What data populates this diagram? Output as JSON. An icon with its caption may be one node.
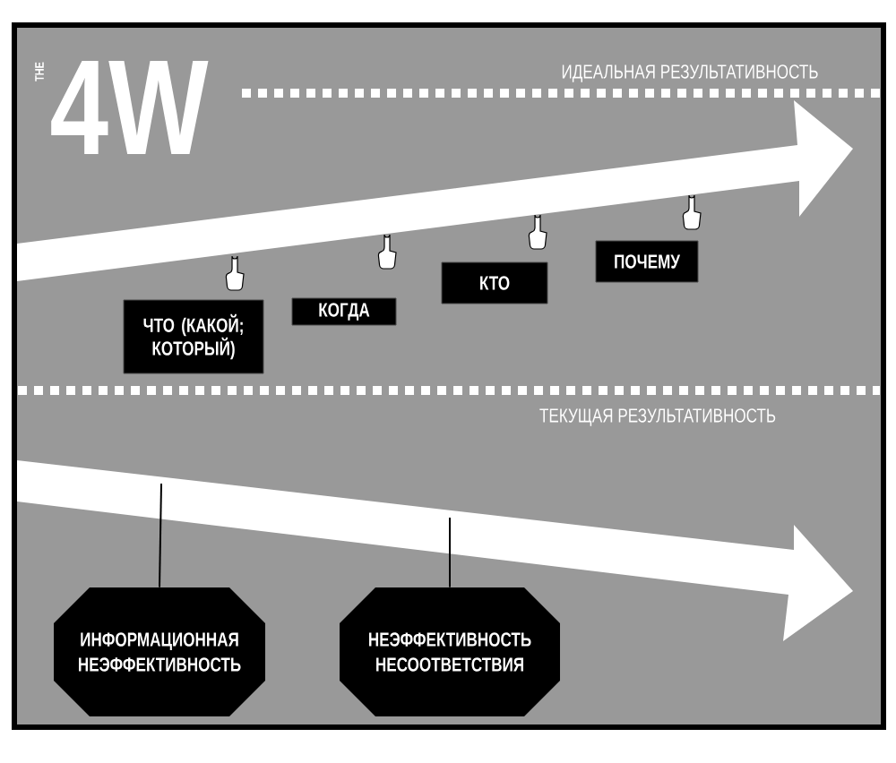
{
  "diagram": {
    "nodes": [
      {
        "text": [
          "ЧТО (КАКОЙ; КОТОРЫЙ)"
        ]
      },
      {
        "text": [
          "КОГДА"
        ]
      },
      {
        "text": [
          "КТО"
        ]
      },
      {
        "text": [
          "ПОЧЕМУ"
        ]
      },
      {
        "text": [
          "ИНФОРМАЦИОННАЯ НЕЭФФЕКТИВНОСТЬ"
        ]
      },
      {
        "text": [
          "НЕЭФФЕКТИВНОСТЬ НЕСООТВЕТСТВИЯ"
        ]
      }
    ],
    "edges": [
      {
        "from": 4,
        "to": null,
        "arrow": "none"
      },
      {
        "from": 5,
        "to": null,
        "arrow": "none"
      }
    ],
    "labels": [
      "THE",
      "4W",
      "ИДЕАЛЬНАЯ РЕЗУЛЬТАТИВНОСТЬ",
      "ТЕКУЩАЯ РЕЗУЛЬТАТИВНОСТЬ"
    ]
  }
}
